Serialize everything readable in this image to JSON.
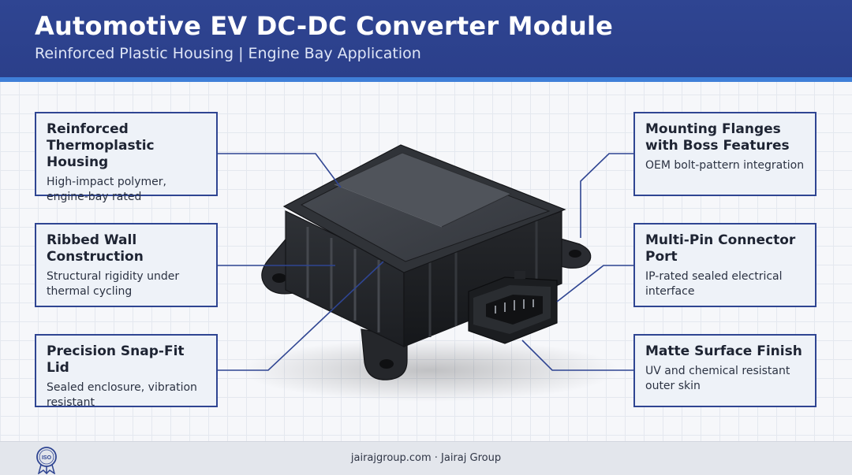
{
  "header": {
    "title": "Automotive EV DC-DC Converter Module",
    "subtitle": "Reinforced Plastic Housing | Engine Bay Application"
  },
  "callouts": [
    {
      "title": "Reinforced Thermoplastic Housing",
      "desc": "High-impact polymer, engine-bay rated"
    },
    {
      "title": "Ribbed Wall Construction",
      "desc": "Structural rigidity under thermal cycling"
    },
    {
      "title": "Precision Snap-Fit Lid",
      "desc": "Sealed enclosure, vibration resistant"
    },
    {
      "title": "Mounting Flanges with Boss Features",
      "desc": "OEM bolt-pattern integration"
    },
    {
      "title": "Multi-Pin Connector Port",
      "desc": "IP-rated sealed electrical interface"
    },
    {
      "title": "Matte Surface Finish",
      "desc": "UV and chemical resistant outer skin"
    }
  ],
  "footer": {
    "text": "jairajgroup.com · Jairaj Group",
    "badge_text": "ISO"
  },
  "colors": {
    "header_bg": "#2f4592",
    "accent_bar": "#3f7fd8",
    "callout_border": "#2f4592",
    "leader_line": "#2f4592",
    "housing": "#2b2e33"
  },
  "icons": [
    "iso-certification-badge-icon"
  ]
}
